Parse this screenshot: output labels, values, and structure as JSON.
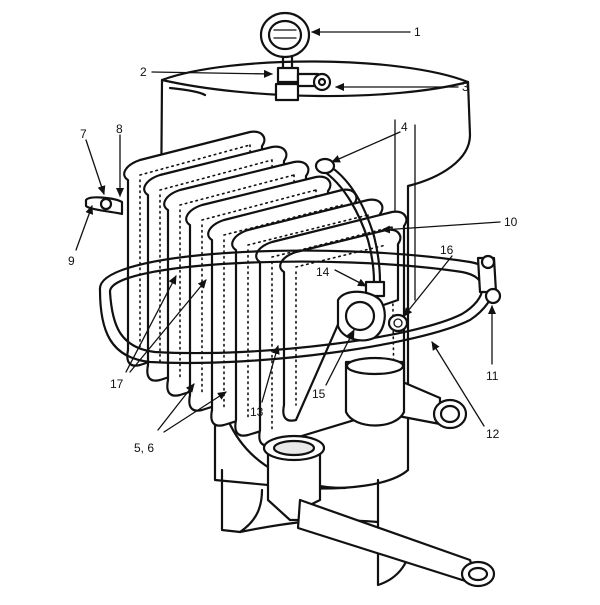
{
  "diagram": {
    "callouts": [
      {
        "id": "1",
        "label": "1"
      },
      {
        "id": "2",
        "label": "2"
      },
      {
        "id": "3",
        "label": "3"
      },
      {
        "id": "4",
        "label": "4"
      },
      {
        "id": "7",
        "label": "7"
      },
      {
        "id": "8",
        "label": "8"
      },
      {
        "id": "9",
        "label": "9"
      },
      {
        "id": "10",
        "label": "10"
      },
      {
        "id": "11",
        "label": "11"
      },
      {
        "id": "12",
        "label": "12"
      },
      {
        "id": "13",
        "label": "13"
      },
      {
        "id": "14",
        "label": "14"
      },
      {
        "id": "15",
        "label": "15"
      },
      {
        "id": "16",
        "label": "16"
      },
      {
        "id": "17",
        "label": "17"
      },
      {
        "id": "5-6",
        "label": "5, 6"
      }
    ],
    "colors": {
      "ink": "#111111",
      "paper": "#ffffff",
      "shade": "#e9e9e9"
    }
  }
}
